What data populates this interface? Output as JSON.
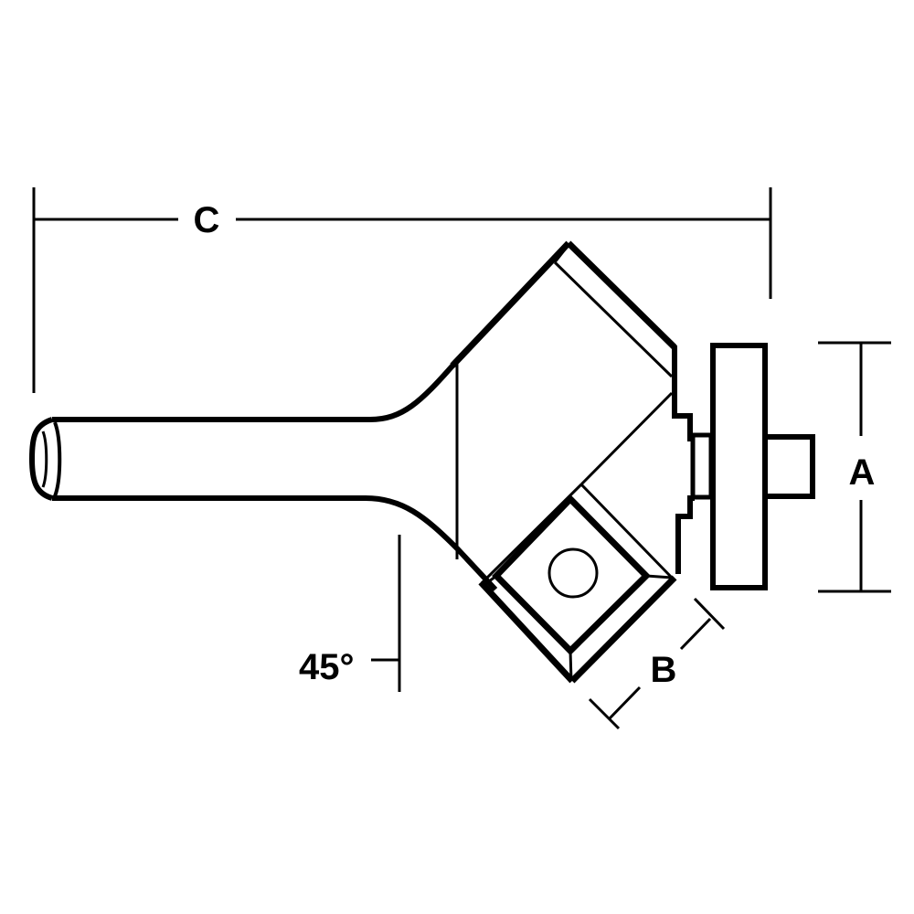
{
  "diagram": {
    "subject": "chamfer router bit with bearing",
    "line_color": "#000000",
    "background": "#ffffff",
    "dimensions": {
      "overall_length": {
        "label": "C"
      },
      "bearing_diameter": {
        "label": "A"
      },
      "cutting_height": {
        "label": "B"
      },
      "angle": {
        "label": "45°"
      }
    },
    "parts": [
      "shank",
      "cutter-body",
      "carbide-insert",
      "insert-screw",
      "bearing",
      "bearing-screw"
    ]
  }
}
